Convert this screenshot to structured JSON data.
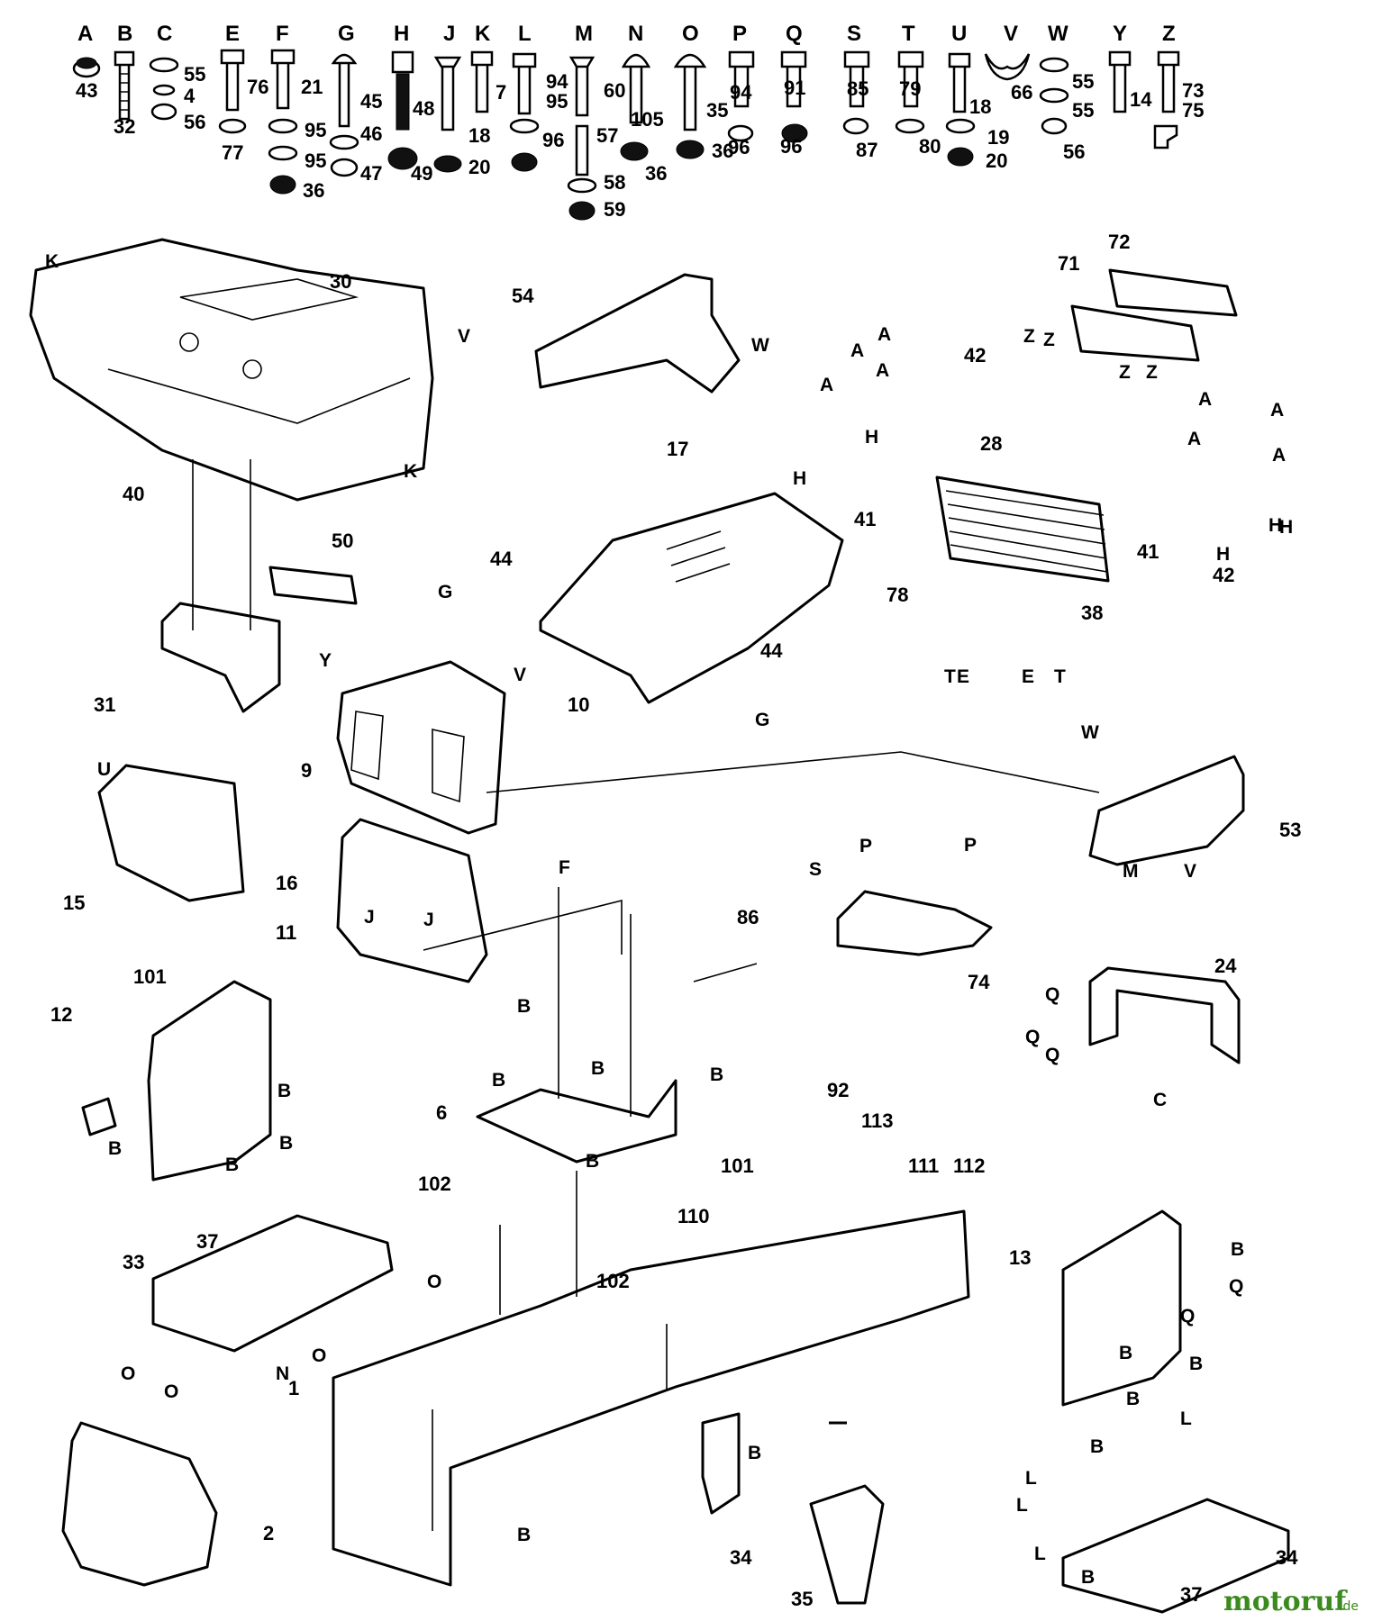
{
  "hardware_letters": [
    "A",
    "B",
    "C",
    "E",
    "F",
    "G",
    "H",
    "J",
    "K",
    "L",
    "M",
    "N",
    "O",
    "P",
    "Q",
    "S",
    "T",
    "U",
    "V",
    "W",
    "Y",
    "Z"
  ],
  "hardware_numbers": [
    "43",
    "32",
    "55",
    "4",
    "56",
    "77",
    "76",
    "21",
    "95",
    "95",
    "36",
    "45",
    "46",
    "47",
    "48",
    "49",
    "18",
    "20",
    "7",
    "94",
    "95",
    "96",
    "60",
    "105",
    "57",
    "58",
    "59",
    "35",
    "36",
    "36",
    "94",
    "96",
    "91",
    "96",
    "85",
    "87",
    "79",
    "80",
    "18",
    "19",
    "20",
    "66",
    "55",
    "55",
    "56",
    "14",
    "73",
    "75"
  ],
  "part_numbers": [
    "30",
    "54",
    "72",
    "71",
    "42",
    "28",
    "41",
    "41",
    "42",
    "17",
    "44",
    "44",
    "40",
    "50",
    "31",
    "78",
    "38",
    "9",
    "10",
    "15",
    "16",
    "53",
    "74",
    "86",
    "24",
    "11",
    "101",
    "12",
    "6",
    "92",
    "113",
    "111",
    "112",
    "102",
    "101",
    "110",
    "102",
    "13",
    "33",
    "37",
    "1",
    "2",
    "34",
    "35",
    "34",
    "37"
  ],
  "callout_letters": [
    "K",
    "K",
    "V",
    "W",
    "Z",
    "Z",
    "Z",
    "Z",
    "A",
    "A",
    "A",
    "A",
    "A",
    "A",
    "A",
    "A",
    "H",
    "H",
    "H",
    "H",
    "H",
    "G",
    "G",
    "Y",
    "V",
    "U",
    "F",
    "M",
    "V",
    "W",
    "J",
    "J",
    "P",
    "P",
    "S",
    "T",
    "E",
    "E",
    "T",
    "Q",
    "Q",
    "Q",
    "C",
    "B",
    "B",
    "B",
    "B",
    "B",
    "B",
    "B",
    "B",
    "B",
    "B",
    "Q",
    "Q",
    "B",
    "B",
    "B",
    "B",
    "B",
    "O",
    "O",
    "L",
    "L",
    "N",
    "O",
    "O",
    "L",
    "L",
    "B",
    "B"
  ],
  "watermark": {
    "brand": "motoruf",
    "suffix": ".de"
  },
  "colors": {
    "ink": "#000000",
    "watermark": "#3a8a1e"
  }
}
